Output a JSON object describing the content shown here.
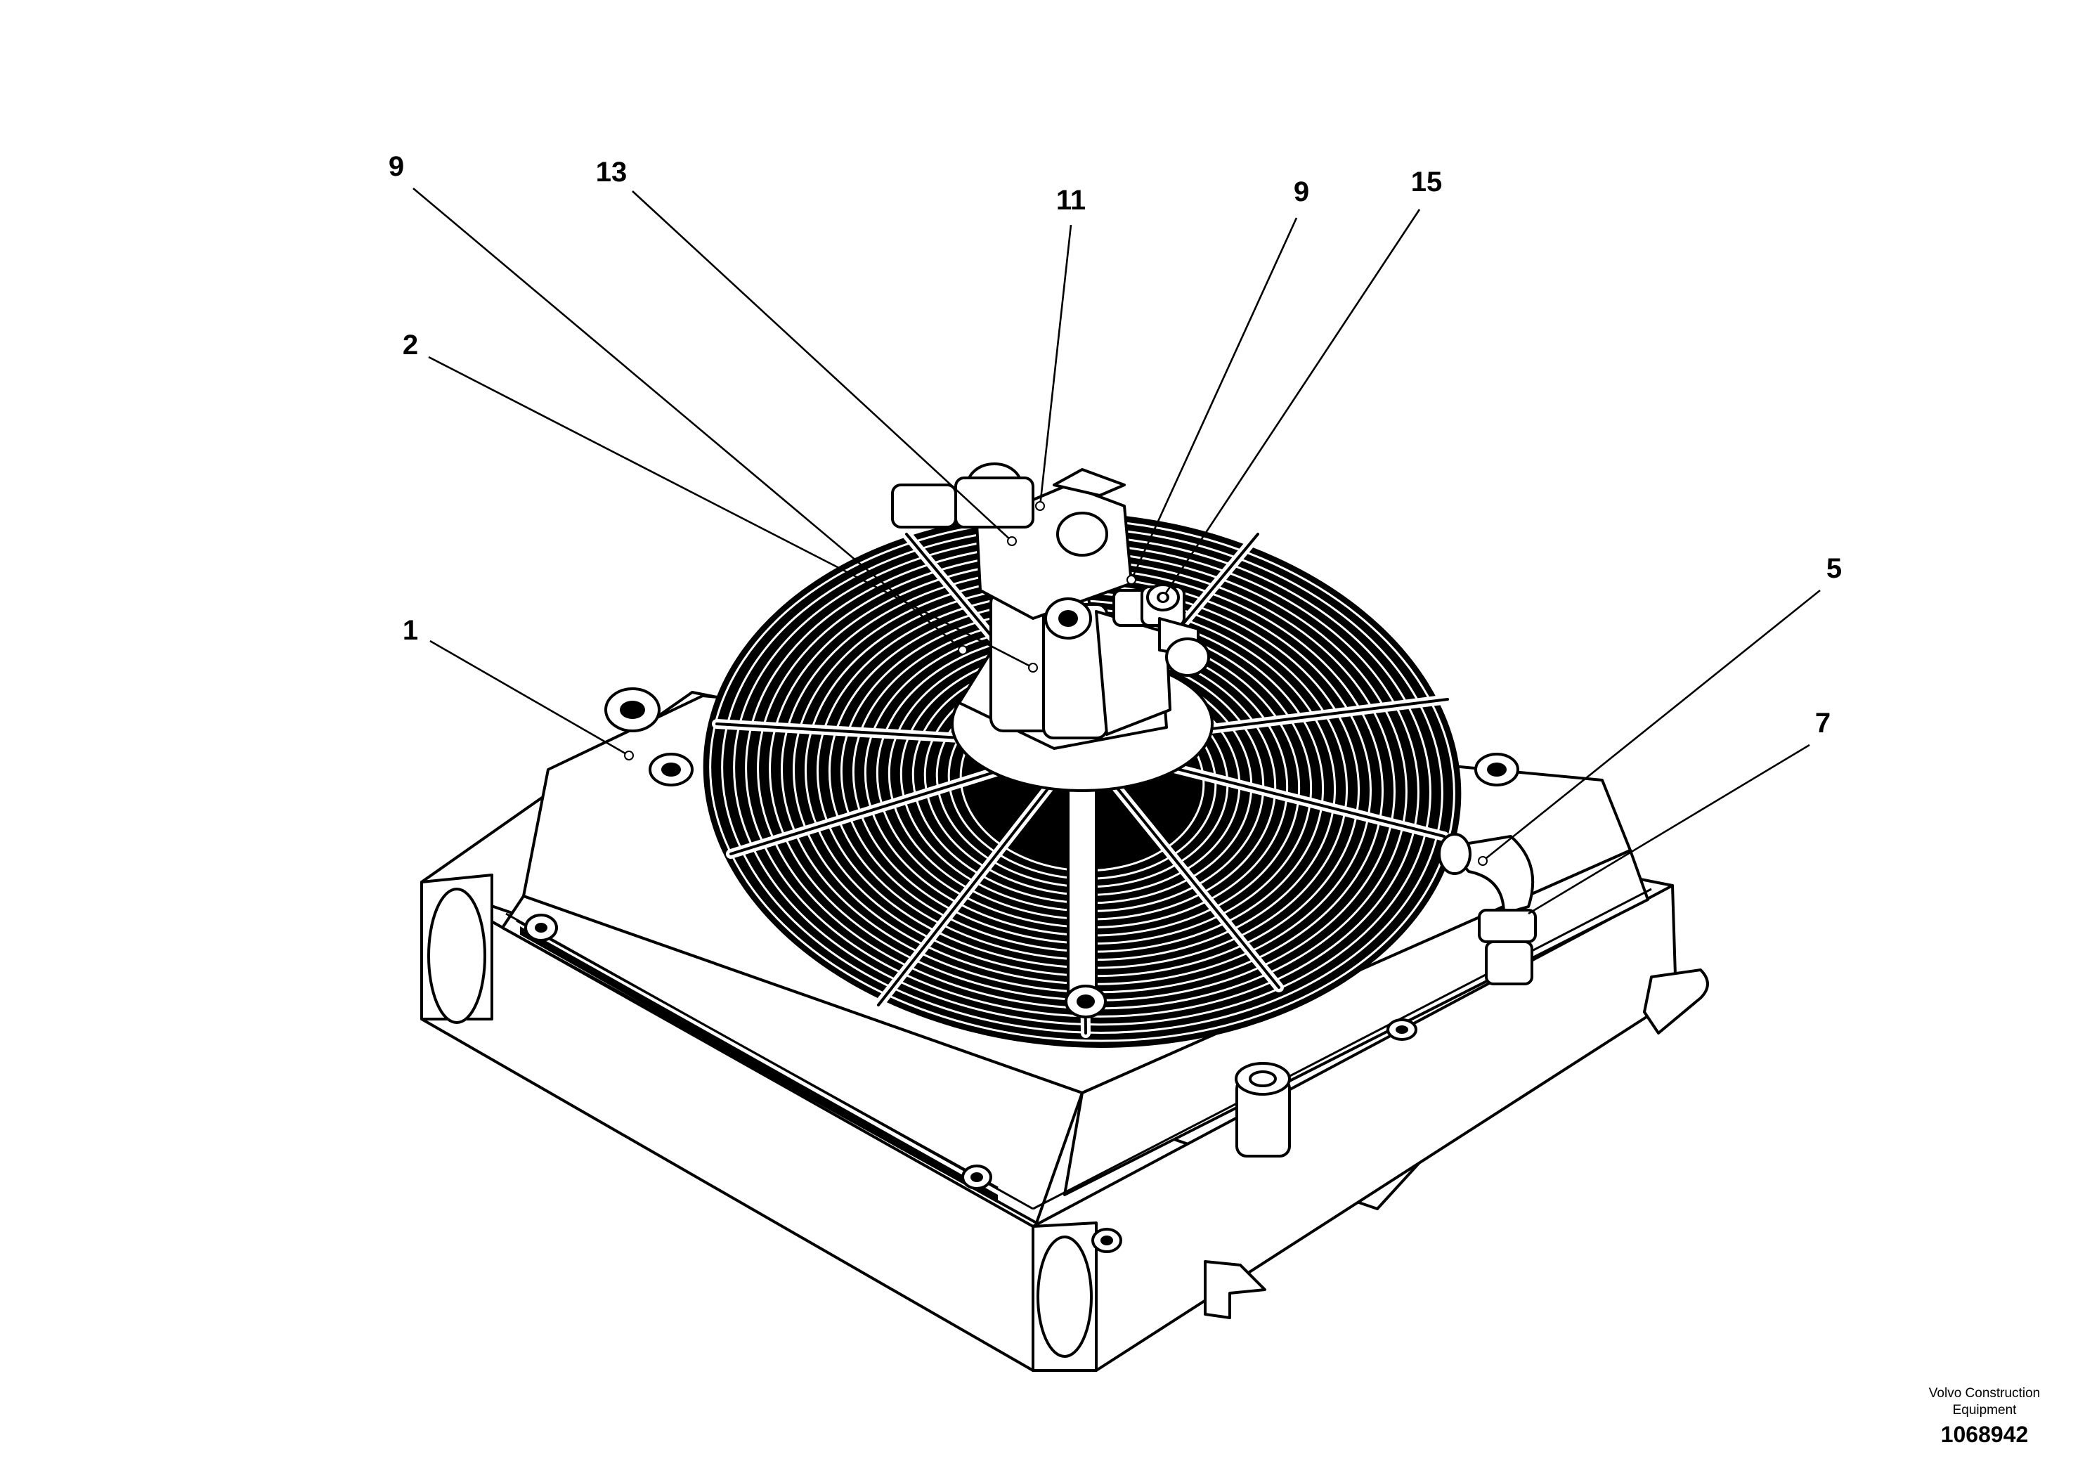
{
  "callouts": [
    {
      "id": "9a",
      "label": "9"
    },
    {
      "id": "13",
      "label": "13"
    },
    {
      "id": "11",
      "label": "11"
    },
    {
      "id": "9b",
      "label": "9"
    },
    {
      "id": "15",
      "label": "15"
    },
    {
      "id": "2",
      "label": "2"
    },
    {
      "id": "1",
      "label": "1"
    },
    {
      "id": "5",
      "label": "5"
    },
    {
      "id": "7",
      "label": "7"
    }
  ],
  "stamp": {
    "brand_line1": "Volvo Construction",
    "brand_line2": "Equipment",
    "number": "1068942"
  }
}
